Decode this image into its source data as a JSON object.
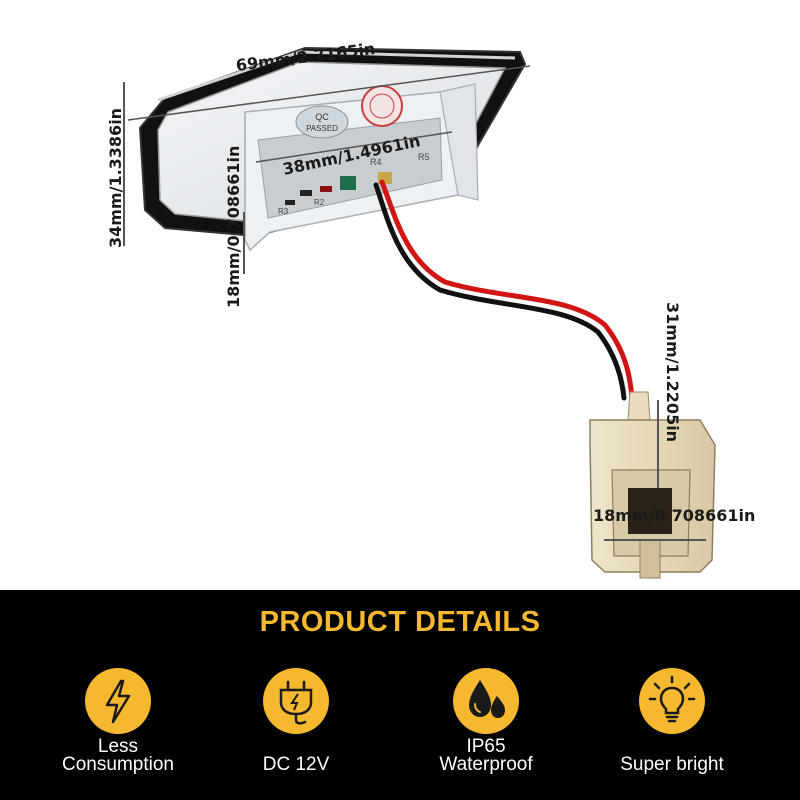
{
  "dimensions": {
    "lamp_width": "69mm/2.7165in",
    "lamp_height": "34mm/1.3386in",
    "lens_width": "38mm/1.4961in",
    "lens_height": "18mm/0.708661in",
    "plug_height": "31mm/1.2205in",
    "plug_width": "18mm/0.708661in"
  },
  "pcb_labels": {
    "qc_line1": "QC",
    "qc_line2": "PASSED",
    "r4": "R4",
    "r5": "R5",
    "r2": "R2",
    "r3": "R3"
  },
  "details": {
    "title": "PRODUCT DETAILS",
    "features": [
      {
        "icon": "lightning-bolt-icon",
        "line1": "Less",
        "line2": "Consumption"
      },
      {
        "icon": "power-plug-icon",
        "line1": "",
        "line2": "DC 12V"
      },
      {
        "icon": "water-drops-icon",
        "line1": "IP65",
        "line2": "Waterproof"
      },
      {
        "icon": "light-bulb-icon",
        "line1": "",
        "line2": "Super bright"
      }
    ]
  },
  "colors": {
    "accent": "#f5b82e",
    "panel_background": "#000000",
    "wire_red": "#d11414",
    "wire_black": "#111111",
    "connector_beige": "#e9dcbf"
  }
}
